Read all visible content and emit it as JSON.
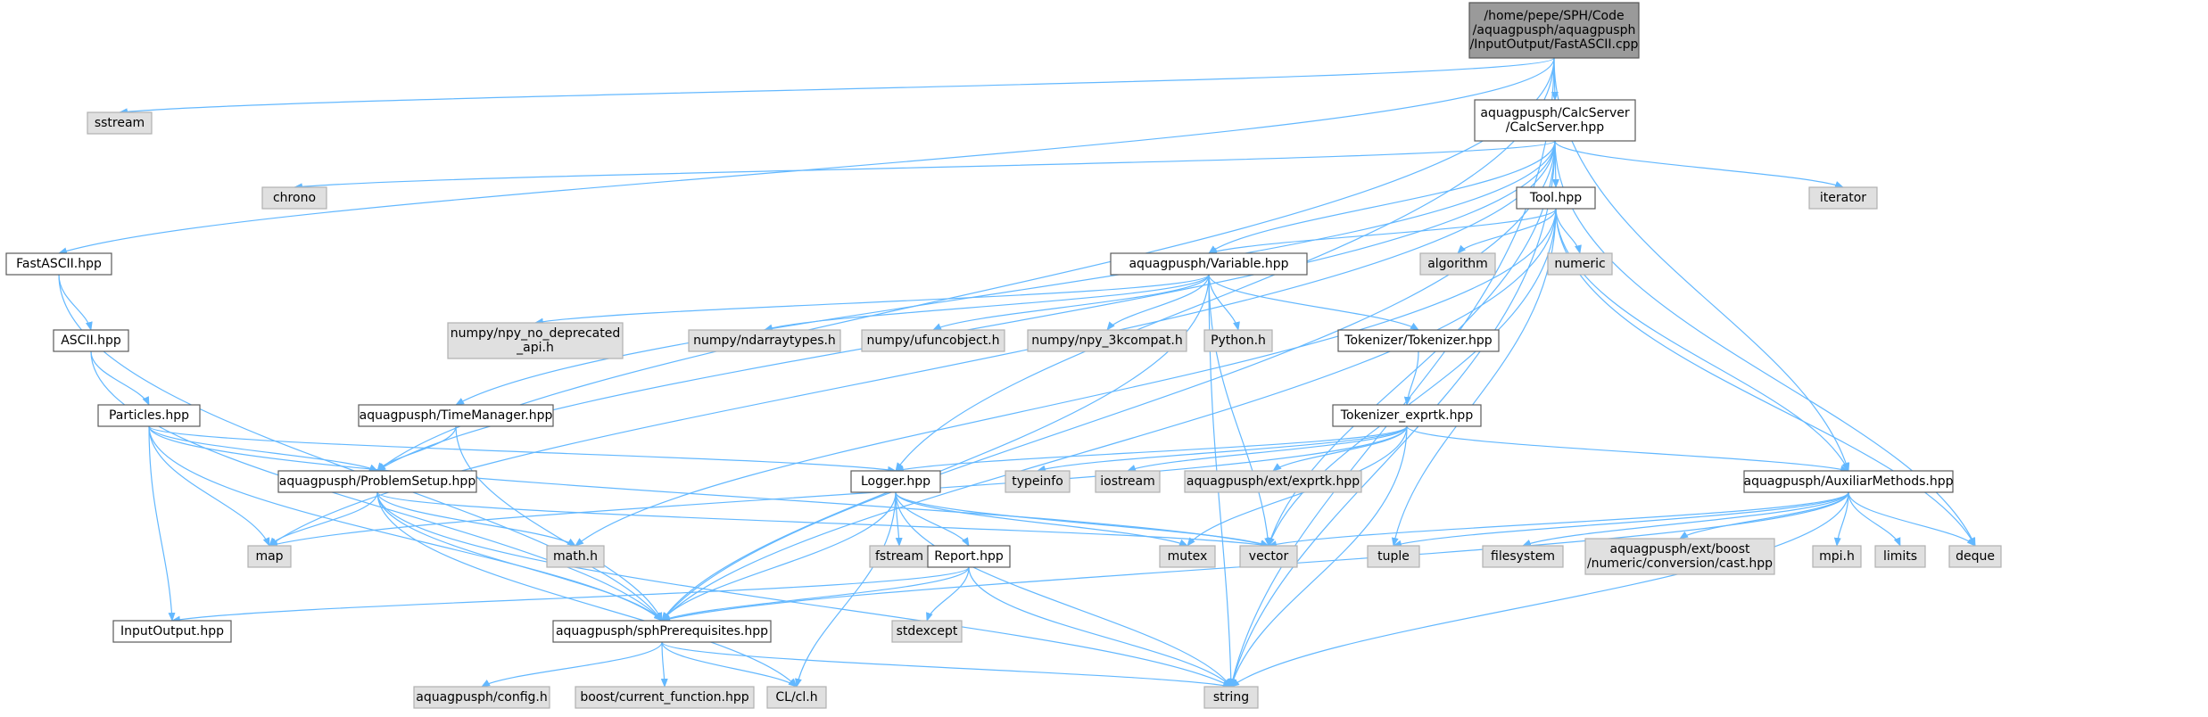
{
  "colors": {
    "edge": "#63b8ff",
    "root_fill": "#9a9a9a",
    "external_fill": "#e0e0e0",
    "internal_fill": "#ffffff"
  },
  "nodes": [
    {
      "id": "root",
      "lines": [
        "/home/pepe/SPH/Code",
        "/aquagpusph/aquagpusph",
        "/InputOutput/FastASCII.cpp"
      ],
      "kind": "root"
    },
    {
      "id": "calcserver",
      "lines": [
        "aquagpusph/CalcServer",
        "/CalcServer.hpp"
      ],
      "kind": "internal"
    },
    {
      "id": "sstream",
      "lines": [
        "sstream"
      ],
      "kind": "external"
    },
    {
      "id": "fastascii",
      "lines": [
        "FastASCII.hpp"
      ],
      "kind": "internal"
    },
    {
      "id": "chrono",
      "lines": [
        "chrono"
      ],
      "kind": "external"
    },
    {
      "id": "iterator",
      "lines": [
        "iterator"
      ],
      "kind": "external"
    },
    {
      "id": "tool",
      "lines": [
        "Tool.hpp"
      ],
      "kind": "internal"
    },
    {
      "id": "variable",
      "lines": [
        "aquagpusph/Variable.hpp"
      ],
      "kind": "internal"
    },
    {
      "id": "algorithm",
      "lines": [
        "algorithm"
      ],
      "kind": "external"
    },
    {
      "id": "numeric",
      "lines": [
        "numeric"
      ],
      "kind": "external"
    },
    {
      "id": "ascii",
      "lines": [
        "ASCII.hpp"
      ],
      "kind": "internal"
    },
    {
      "id": "npy_no_dep",
      "lines": [
        "numpy/npy_no_deprecated",
        "_api.h"
      ],
      "kind": "external"
    },
    {
      "id": "ndarraytypes",
      "lines": [
        "numpy/ndarraytypes.h"
      ],
      "kind": "external"
    },
    {
      "id": "ufuncobject",
      "lines": [
        "numpy/ufuncobject.h"
      ],
      "kind": "external"
    },
    {
      "id": "npy3k",
      "lines": [
        "numpy/npy_3kcompat.h"
      ],
      "kind": "external"
    },
    {
      "id": "pythonh",
      "lines": [
        "Python.h"
      ],
      "kind": "external"
    },
    {
      "id": "tokenizer",
      "lines": [
        "Tokenizer/Tokenizer.hpp"
      ],
      "kind": "internal"
    },
    {
      "id": "particles",
      "lines": [
        "Particles.hpp"
      ],
      "kind": "internal"
    },
    {
      "id": "timemanager",
      "lines": [
        "aquagpusph/TimeManager.hpp"
      ],
      "kind": "internal"
    },
    {
      "id": "tokexprtk",
      "lines": [
        "Tokenizer_exprtk.hpp"
      ],
      "kind": "internal"
    },
    {
      "id": "problemsetup",
      "lines": [
        "aquagpusph/ProblemSetup.hpp"
      ],
      "kind": "internal"
    },
    {
      "id": "logger",
      "lines": [
        "Logger.hpp"
      ],
      "kind": "internal"
    },
    {
      "id": "typeinfo",
      "lines": [
        "typeinfo"
      ],
      "kind": "external"
    },
    {
      "id": "iostream",
      "lines": [
        "iostream"
      ],
      "kind": "external"
    },
    {
      "id": "exprtk",
      "lines": [
        "aquagpusph/ext/exprtk.hpp"
      ],
      "kind": "external"
    },
    {
      "id": "auxiliar",
      "lines": [
        "aquagpusph/AuxiliarMethods.hpp"
      ],
      "kind": "internal"
    },
    {
      "id": "map",
      "lines": [
        "map"
      ],
      "kind": "external"
    },
    {
      "id": "mathh",
      "lines": [
        "math.h"
      ],
      "kind": "external"
    },
    {
      "id": "fstream",
      "lines": [
        "fstream"
      ],
      "kind": "external"
    },
    {
      "id": "report",
      "lines": [
        "Report.hpp"
      ],
      "kind": "internal"
    },
    {
      "id": "mutex",
      "lines": [
        "mutex"
      ],
      "kind": "external"
    },
    {
      "id": "vector",
      "lines": [
        "vector"
      ],
      "kind": "external"
    },
    {
      "id": "tuple",
      "lines": [
        "tuple"
      ],
      "kind": "external"
    },
    {
      "id": "filesystem",
      "lines": [
        "filesystem"
      ],
      "kind": "external"
    },
    {
      "id": "boostcast",
      "lines": [
        "aquagpusph/ext/boost",
        "/numeric/conversion/cast.hpp"
      ],
      "kind": "external"
    },
    {
      "id": "mpih",
      "lines": [
        "mpi.h"
      ],
      "kind": "external"
    },
    {
      "id": "limits",
      "lines": [
        "limits"
      ],
      "kind": "external"
    },
    {
      "id": "deque",
      "lines": [
        "deque"
      ],
      "kind": "external"
    },
    {
      "id": "inputoutput",
      "lines": [
        "InputOutput.hpp"
      ],
      "kind": "internal"
    },
    {
      "id": "sphprereq",
      "lines": [
        "aquagpusph/sphPrerequisites.hpp"
      ],
      "kind": "internal"
    },
    {
      "id": "stdexcept",
      "lines": [
        "stdexcept"
      ],
      "kind": "external"
    },
    {
      "id": "config",
      "lines": [
        "aquagpusph/config.h"
      ],
      "kind": "external"
    },
    {
      "id": "boostcurfn",
      "lines": [
        "boost/current_function.hpp"
      ],
      "kind": "external"
    },
    {
      "id": "clh",
      "lines": [
        "CL/cl.h"
      ],
      "kind": "external"
    },
    {
      "id": "string",
      "lines": [
        "string"
      ],
      "kind": "external"
    }
  ],
  "edges": [
    [
      "root",
      "calcserver"
    ],
    [
      "root",
      "sstream"
    ],
    [
      "root",
      "fastascii"
    ],
    [
      "root",
      "problemsetup"
    ],
    [
      "root",
      "logger"
    ],
    [
      "root",
      "auxiliar"
    ],
    [
      "root",
      "string"
    ],
    [
      "calcserver",
      "chrono"
    ],
    [
      "calcserver",
      "iterator"
    ],
    [
      "calcserver",
      "tool"
    ],
    [
      "calcserver",
      "variable"
    ],
    [
      "calcserver",
      "timemanager"
    ],
    [
      "calcserver",
      "problemsetup"
    ],
    [
      "calcserver",
      "map"
    ],
    [
      "calcserver",
      "vector"
    ],
    [
      "calcserver",
      "deque"
    ],
    [
      "calcserver",
      "string"
    ],
    [
      "calcserver",
      "sphprereq"
    ],
    [
      "tool",
      "variable"
    ],
    [
      "tool",
      "algorithm"
    ],
    [
      "tool",
      "numeric"
    ],
    [
      "tool",
      "auxiliar"
    ],
    [
      "tool",
      "sphprereq"
    ],
    [
      "tool",
      "vector"
    ],
    [
      "tool",
      "deque"
    ],
    [
      "tool",
      "mathh"
    ],
    [
      "tool",
      "tuple"
    ],
    [
      "variable",
      "npy_no_dep"
    ],
    [
      "variable",
      "ndarraytypes"
    ],
    [
      "variable",
      "ufuncobject"
    ],
    [
      "variable",
      "npy3k"
    ],
    [
      "variable",
      "pythonh"
    ],
    [
      "variable",
      "tokenizer"
    ],
    [
      "variable",
      "sphprereq"
    ],
    [
      "variable",
      "vector"
    ],
    [
      "variable",
      "string"
    ],
    [
      "tokenizer",
      "tokexprtk"
    ],
    [
      "tokexprtk",
      "logger"
    ],
    [
      "tokexprtk",
      "typeinfo"
    ],
    [
      "tokexprtk",
      "iostream"
    ],
    [
      "tokexprtk",
      "exprtk"
    ],
    [
      "tokexprtk",
      "auxiliar"
    ],
    [
      "tokexprtk",
      "map"
    ],
    [
      "tokexprtk",
      "mutex"
    ],
    [
      "tokexprtk",
      "string"
    ],
    [
      "fastascii",
      "ascii"
    ],
    [
      "fastascii",
      "sphprereq"
    ],
    [
      "ascii",
      "particles"
    ],
    [
      "ascii",
      "sphprereq"
    ],
    [
      "particles",
      "problemsetup"
    ],
    [
      "particles",
      "logger"
    ],
    [
      "particles",
      "inputoutput"
    ],
    [
      "particles",
      "sphprereq"
    ],
    [
      "particles",
      "map"
    ],
    [
      "particles",
      "vector"
    ],
    [
      "timemanager",
      "problemsetup"
    ],
    [
      "timemanager",
      "sphprereq"
    ],
    [
      "problemsetup",
      "map"
    ],
    [
      "problemsetup",
      "mathh"
    ],
    [
      "problemsetup",
      "sphprereq"
    ],
    [
      "problemsetup",
      "vector"
    ],
    [
      "problemsetup",
      "clh"
    ],
    [
      "problemsetup",
      "string"
    ],
    [
      "logger",
      "fstream"
    ],
    [
      "logger",
      "report"
    ],
    [
      "logger",
      "mutex"
    ],
    [
      "logger",
      "sphprereq"
    ],
    [
      "logger",
      "clh"
    ],
    [
      "logger",
      "string"
    ],
    [
      "logger",
      "vector"
    ],
    [
      "report",
      "inputoutput"
    ],
    [
      "report",
      "stdexcept"
    ],
    [
      "report",
      "sphprereq"
    ],
    [
      "report",
      "string"
    ],
    [
      "auxiliar",
      "vector"
    ],
    [
      "auxiliar",
      "tuple"
    ],
    [
      "auxiliar",
      "filesystem"
    ],
    [
      "auxiliar",
      "boostcast"
    ],
    [
      "auxiliar",
      "mpih"
    ],
    [
      "auxiliar",
      "limits"
    ],
    [
      "auxiliar",
      "deque"
    ],
    [
      "auxiliar",
      "sphprereq"
    ],
    [
      "auxiliar",
      "string"
    ],
    [
      "sphprereq",
      "config"
    ],
    [
      "sphprereq",
      "boostcurfn"
    ],
    [
      "sphprereq",
      "clh"
    ],
    [
      "sphprereq",
      "string"
    ]
  ]
}
